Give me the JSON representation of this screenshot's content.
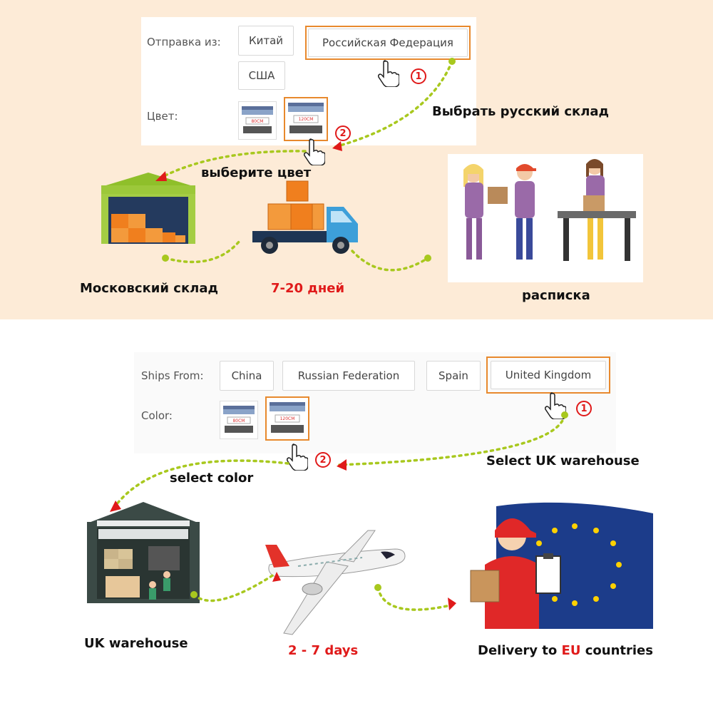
{
  "ru": {
    "ships_from_label": "Отправка из:",
    "options": [
      "Китай",
      "Российская Федерация",
      "США"
    ],
    "selected_option": "Российская Федерация",
    "color_label": "Цвет:",
    "color_swatches": [
      "80CM",
      "120CM"
    ],
    "selected_swatch": "120CM",
    "step1_number": "1",
    "step2_number": "2",
    "select_warehouse": "Выбрать русский склад",
    "select_color": "выберите цвет",
    "warehouse_caption": "Московский склад",
    "transit_caption": "7-20 дней",
    "delivery_caption": "расписка"
  },
  "en": {
    "ships_from_label": "Ships From:",
    "options": [
      "China",
      "Russian Federation",
      "Spain",
      "United Kingdom"
    ],
    "selected_option": "United Kingdom",
    "color_label": "Color:",
    "color_swatches": [
      "80CM",
      "120CM"
    ],
    "selected_swatch": "120CM",
    "step1_number": "1",
    "step2_number": "2",
    "select_warehouse": "Select UK warehouse",
    "select_color": "select color",
    "warehouse_caption": "UK warehouse",
    "transit_caption": "2 - 7 days",
    "delivery_caption_prefix": "Delivery to ",
    "delivery_caption_highlight": "EU",
    "delivery_caption_suffix": " countries"
  },
  "colors": {
    "accent_orange": "#e8892d",
    "accent_red": "#e01a1a",
    "dotted_path": "#a8c81e",
    "top_background": "#fdebd7"
  },
  "icons": [
    "hand-pointer-icon",
    "warehouse-icon",
    "truck-icon",
    "airplane-icon",
    "eu-flag-icon",
    "courier-icon",
    "package-handoff-icon"
  ]
}
